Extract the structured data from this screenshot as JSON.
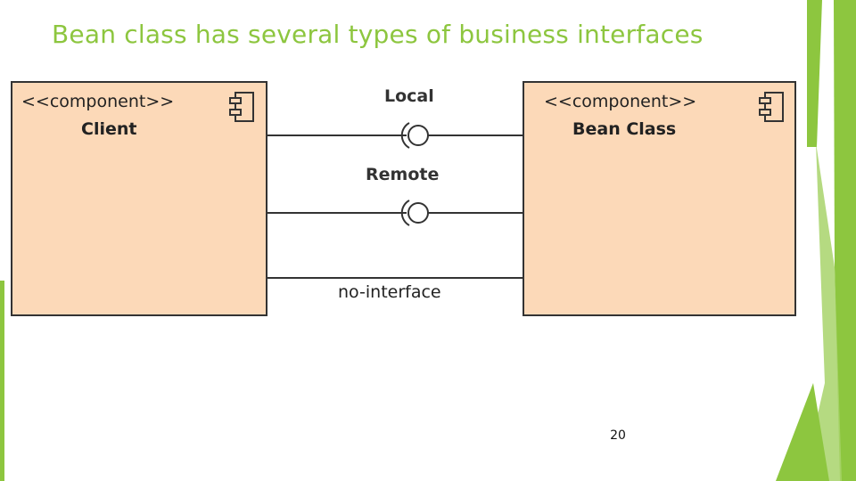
{
  "slide": {
    "title": "Bean class has several types of business interfaces",
    "page_number": "20"
  },
  "diagram": {
    "client": {
      "stereotype": "<<component>>",
      "name": "Client"
    },
    "bean": {
      "stereotype": "<<component>>",
      "name": "Bean Class"
    },
    "interfaces": {
      "local": "Local",
      "remote": "Remote",
      "no_interface": "no-interface"
    }
  },
  "colors": {
    "accent": "#8dc63f",
    "component_fill": "#fcd9b8",
    "component_border": "#333333"
  }
}
